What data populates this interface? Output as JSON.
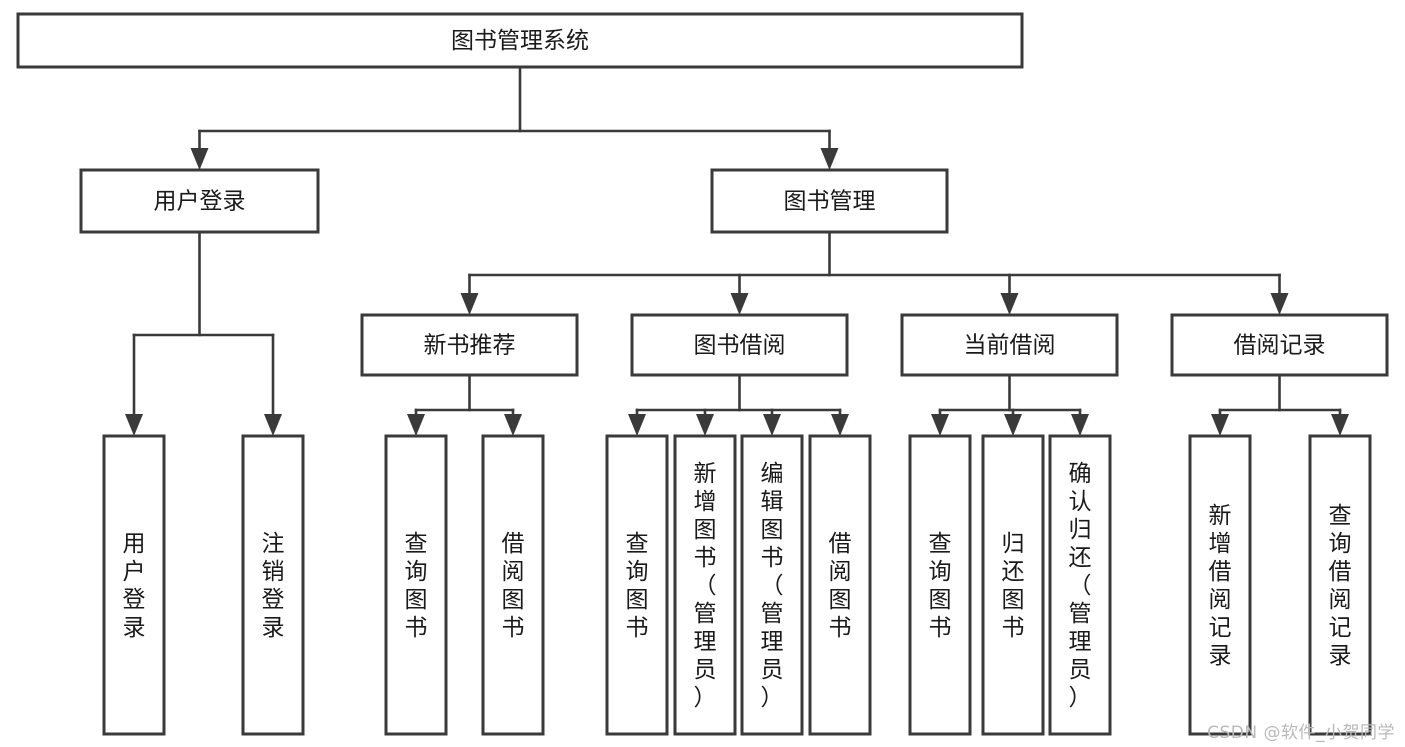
{
  "diagram": {
    "type": "tree",
    "title": "图书管理系统",
    "orientation": "top-down",
    "colors": {
      "box_stroke": "#3a3a3a",
      "box_fill": "#ffffff",
      "line": "#3a3a3a",
      "text": "#1a1a1a",
      "watermark": "#b9b9b9",
      "background": "#ffffff"
    },
    "root": {
      "label": "图书管理系统"
    },
    "level2": [
      {
        "label": "用户登录"
      },
      {
        "label": "图书管理"
      }
    ],
    "level3": [
      {
        "label": "新书推荐"
      },
      {
        "label": "图书借阅"
      },
      {
        "label": "当前借阅"
      },
      {
        "label": "借阅记录"
      }
    ],
    "leaves": {
      "user_login": [
        {
          "label": "用户登录"
        },
        {
          "label": "注销登录"
        }
      ],
      "new_book_recommend": [
        {
          "label": "查询图书"
        },
        {
          "label": "借阅图书"
        }
      ],
      "book_borrow": [
        {
          "label": "查询图书"
        },
        {
          "label": "新增图书（管理员）"
        },
        {
          "label": "编辑图书（管理员）"
        },
        {
          "label": "借阅图书"
        }
      ],
      "current_borrow": [
        {
          "label": "查询图书"
        },
        {
          "label": "归还图书"
        },
        {
          "label": "确认归还（管理员）"
        }
      ],
      "borrow_record": [
        {
          "label": "新增借阅记录"
        },
        {
          "label": "查询借阅记录"
        }
      ]
    }
  },
  "watermark": {
    "text": "CSDN @软件_小贺同学"
  }
}
